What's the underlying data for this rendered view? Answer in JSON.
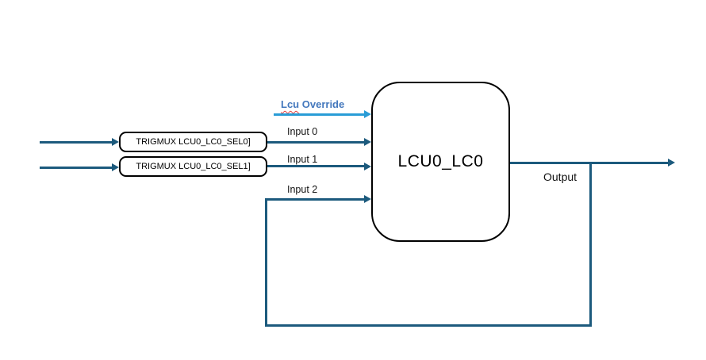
{
  "diagram": {
    "main_block": {
      "label": "LCU0_LC0"
    },
    "trigmux_blocks": [
      {
        "label": "TRIGMUX LCU0_LC0_SEL0]"
      },
      {
        "label": "TRIGMUX LCU0_LC0_SEL1]"
      }
    ],
    "labels": {
      "override_word": "Lcu",
      "override_rest": "Override",
      "input0": "Input 0",
      "input1": "Input 1",
      "input2": "Input 2",
      "output": "Output"
    },
    "colors": {
      "dark_line": "#1C5A7D",
      "light_line": "#299CD6",
      "override_text": "#4478BD",
      "spellcheck_squiggle": "#E04040",
      "block_border": "#000000"
    }
  }
}
